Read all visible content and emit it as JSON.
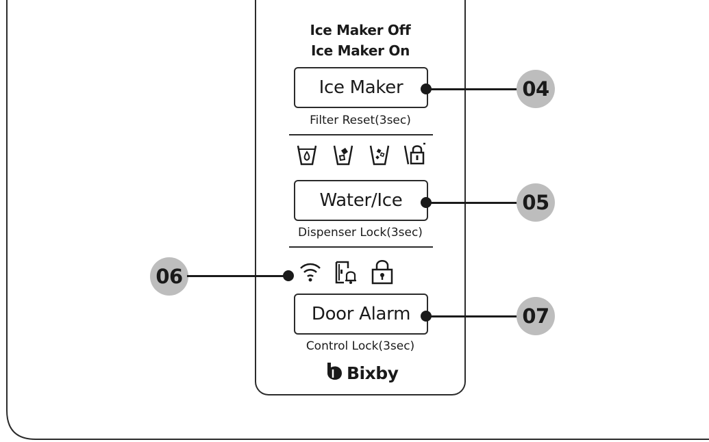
{
  "panel": {
    "status_off": "Ice Maker Off",
    "status_on": "Ice Maker On",
    "ice_maker_button": "Ice Maker",
    "ice_maker_sub": "Filter Reset(3sec)",
    "dispenser_icons": [
      "cup-water-icon",
      "cup-cubed-ice-icon",
      "cup-crushed-ice-icon",
      "cup-lock-icon"
    ],
    "water_ice_button": "Water/Ice",
    "water_ice_sub": "Dispenser Lock(3sec)",
    "status_icons": [
      "wifi-icon",
      "door-alarm-icon",
      "lock-icon"
    ],
    "door_alarm_button": "Door Alarm",
    "door_alarm_sub": "Control Lock(3sec)",
    "brand": "Bixby"
  },
  "callouts": {
    "ice_maker": "04",
    "water_ice": "05",
    "status_icons": "06",
    "door_alarm": "07"
  },
  "colors": {
    "line": "#1a1a1a",
    "callout_fill": "#bdbdbd",
    "background": "#ffffff"
  }
}
